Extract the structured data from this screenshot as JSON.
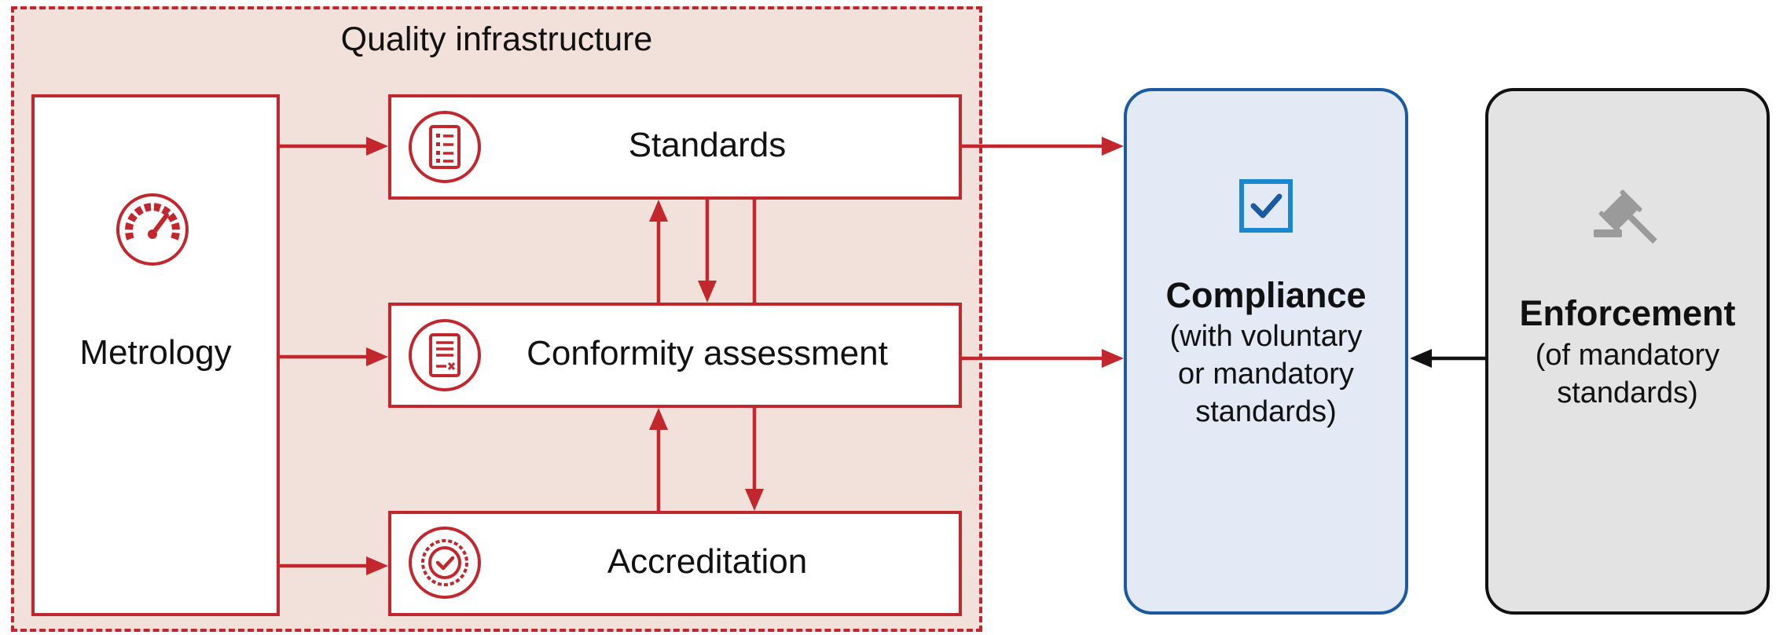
{
  "quality_infrastructure": {
    "title": "Quality infrastructure"
  },
  "metrology": {
    "label": "Metrology",
    "icon": "speedometer-icon"
  },
  "standards": {
    "label": "Standards",
    "icon": "document-list-icon"
  },
  "conformity": {
    "label": "Conformity assessment",
    "icon": "certificate-document-icon"
  },
  "accreditation": {
    "label": "Accreditation",
    "icon": "badge-check-icon"
  },
  "compliance": {
    "title": "Compliance",
    "subtitle_lines": [
      "(with voluntary",
      "or mandatory",
      "standards)"
    ],
    "icon": "checkbox-icon"
  },
  "enforcement": {
    "title": "Enforcement",
    "subtitle_lines": [
      "(of mandatory",
      "standards)"
    ],
    "icon": "gavel-icon"
  },
  "colors": {
    "red": "#c1272d",
    "blue": "#1b5aa0",
    "quality_bg": "#f2e0da",
    "compliance_bg": "#e3eaf6",
    "enforcement_bg": "#e3e3e3",
    "gavel_gray": "#9a9a9a"
  }
}
